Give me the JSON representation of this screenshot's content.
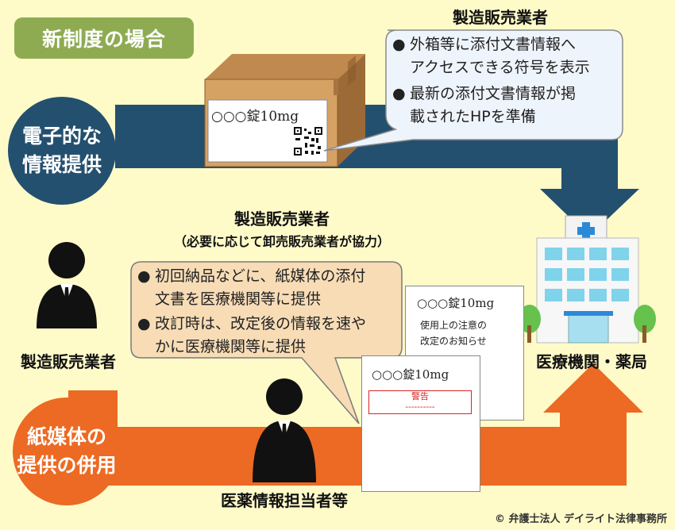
{
  "tag": "新制度の場合",
  "electronic_circle": {
    "line1": "電子的な",
    "line2": "情報提供"
  },
  "paper_circle": {
    "line1": "紙媒体の",
    "line2": "提供の併用"
  },
  "top_heading": "製造販売業者",
  "top_bubble": {
    "items": [
      {
        "bullet": "●",
        "text1": "外箱等に添付文書情報へ",
        "text2": "アクセスできる符号を表示"
      },
      {
        "bullet": "●",
        "text1": "最新の添付文書情報が掲",
        "text2": "載されたHPを準備"
      }
    ]
  },
  "box_label": "○○○錠10mg",
  "middle_heading": {
    "line1": "製造販売業者",
    "line2": "（必要に応じて卸売販売業者が協力）"
  },
  "middle_bubble": {
    "items": [
      {
        "bullet": "●",
        "text1": "初回納品などに、紙媒体の添付",
        "text2": "文書を医療機関等に提供"
      },
      {
        "bullet": "●",
        "text1": "改訂時は、改定後の情報を速や",
        "text2": "かに医療機関等に提供"
      }
    ]
  },
  "left_person_label": "製造販売業者",
  "bottom_person_label": "医薬情報担当者等",
  "hospital_label": "医療機関・薬局",
  "paper_back": {
    "title": "○○○錠10mg",
    "line1": "使用上の注意の",
    "line2": "改定のお知らせ"
  },
  "paper_front": {
    "title": "○○○錠10mg",
    "warning": "警告",
    "dashes": "----------"
  },
  "copyright": "© 弁護士法人 デイライト法律事務所",
  "colors": {
    "background": "#fffbc9",
    "blue_flow": "#24506f",
    "orange_flow": "#ec6a23",
    "tag": "#8eab52",
    "bubble_top": "#eef4fb",
    "bubble_middle": "#f7dcb6"
  }
}
